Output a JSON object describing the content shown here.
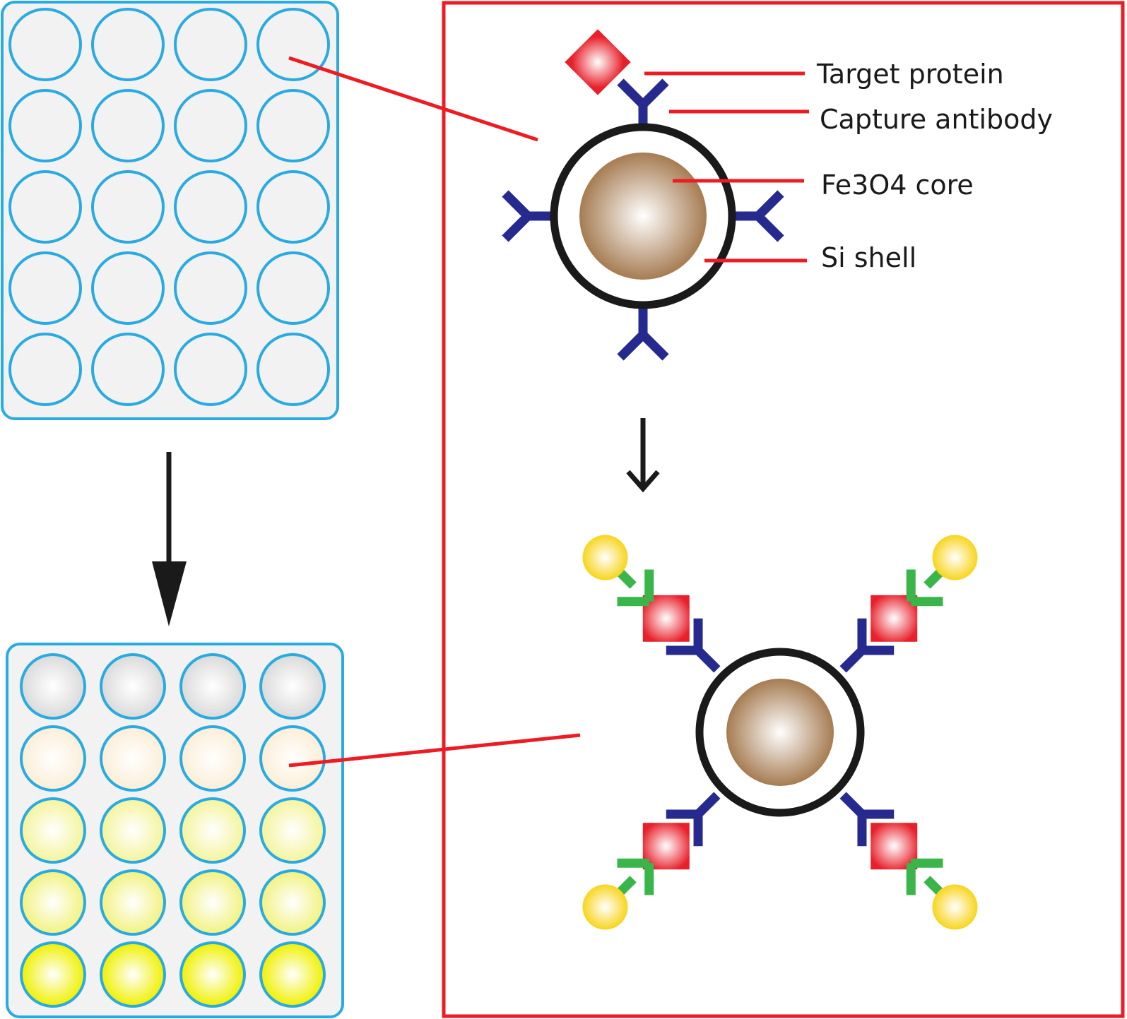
{
  "labels": {
    "target_protein": "Target protein",
    "capture_antibody": "Capture antibody",
    "core": "Fe3O4 core",
    "shell": "Si shell"
  },
  "plates": {
    "rows": 5,
    "cols": 4,
    "top_plate_well_fills": [
      "empty",
      "empty",
      "empty",
      "empty",
      "empty"
    ],
    "bottom_plate_well_fills": [
      "gray",
      "cream",
      "pale-yellow",
      "light-yellow",
      "yellow"
    ]
  },
  "colors": {
    "plate_border": "#29abe2",
    "plate_fill": "#f2f2f2",
    "callout_line": "#ed1c24",
    "frame_border": "#ed1c24",
    "capture_antibody": "#262a8f",
    "detection_antibody": "#39b54a",
    "target_protein": "#e8202a",
    "core": "#a67c52",
    "shell": "#1a1a1a",
    "reporter": "#f7d51d",
    "arrow": "#1a1a1a"
  },
  "icons": {
    "target_protein": "red-diamond",
    "capture_antibody": "y-shape-blue",
    "detection_antibody": "y-shape-green",
    "reporter": "yellow-sphere"
  }
}
